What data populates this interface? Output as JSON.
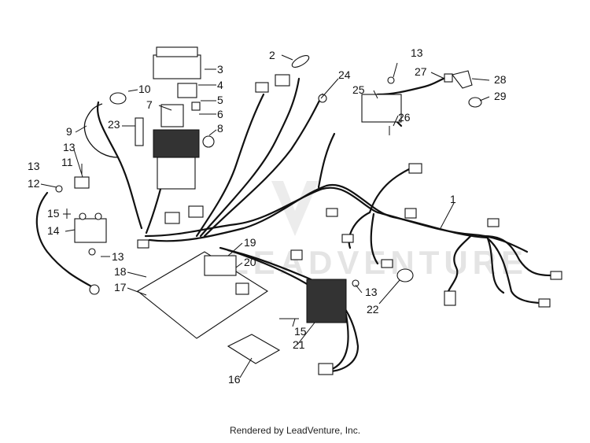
{
  "diagram": {
    "watermark_text": "LEADVENTURE",
    "callouts": [
      "1",
      "2",
      "3",
      "4",
      "5",
      "6",
      "7",
      "8",
      "9",
      "10",
      "11",
      "12",
      "13",
      "14",
      "15",
      "16",
      "17",
      "18",
      "19",
      "20",
      "21",
      "22",
      "23",
      "24",
      "25",
      "26",
      "27",
      "28",
      "29"
    ]
  },
  "footer": {
    "credit": "Rendered by LeadVenture, Inc."
  }
}
